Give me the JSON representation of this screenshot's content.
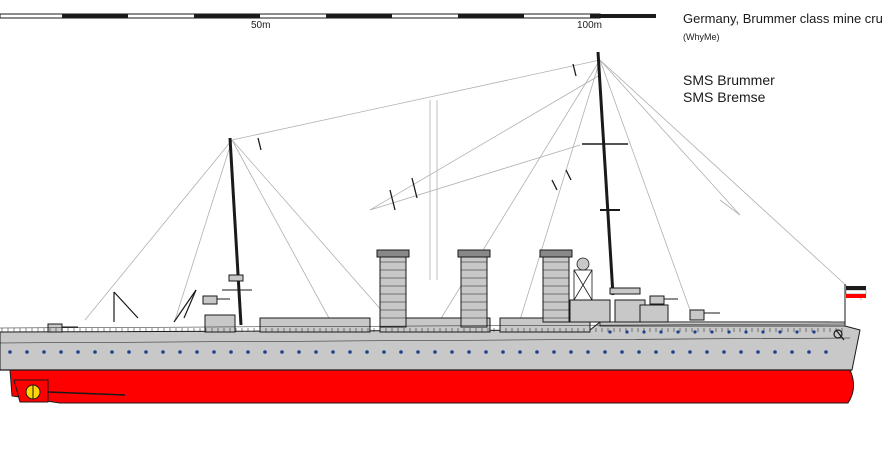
{
  "title": "Germany, Brummer class mine cru",
  "credit": "(WhyMe)",
  "ships": [
    "SMS Brummer",
    "SMS Bremse"
  ],
  "scale": {
    "mid_label": "50m",
    "end_label": "100m"
  },
  "colors": {
    "hull": "#c8c8c8",
    "below_waterline": "#ff0000",
    "outline": "#1a1a1a",
    "portholes": "#1f3f8f",
    "rigging": "#b0b0b0"
  }
}
